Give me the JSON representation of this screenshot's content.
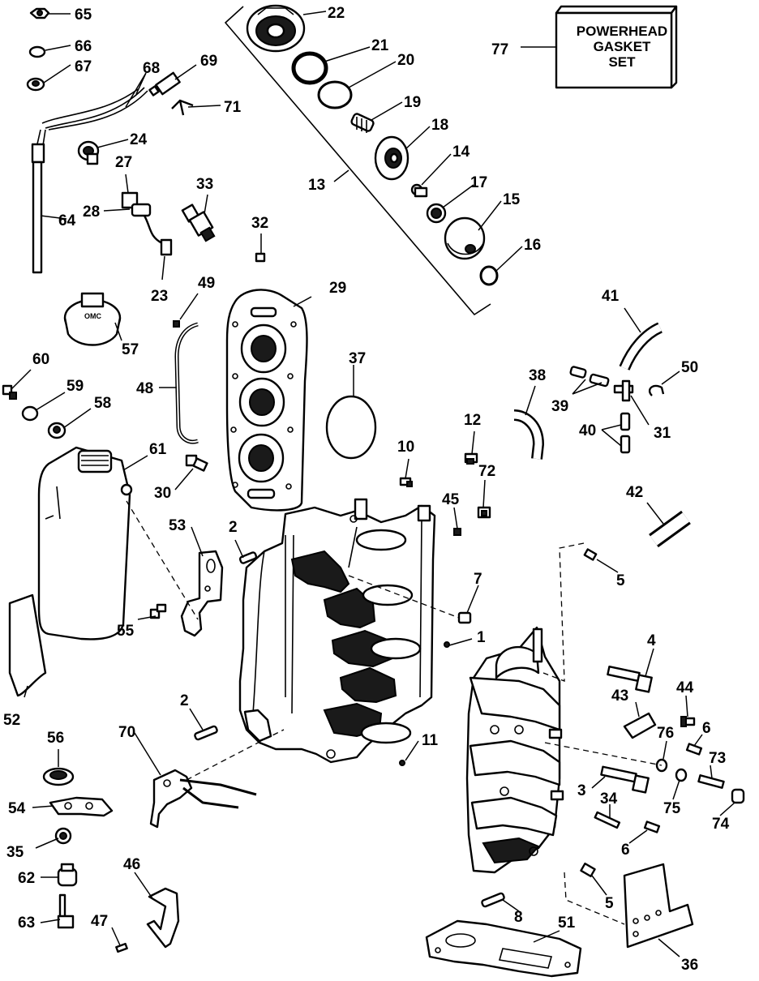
{
  "callouts": {
    "c1": "1",
    "c2a": "2",
    "c2b": "2",
    "c3": "3",
    "c4": "4",
    "c5a": "5",
    "c5b": "5",
    "c6a": "6",
    "c6b": "6",
    "c7": "7",
    "c8": "8",
    "c10": "10",
    "c11": "11",
    "c12": "12",
    "c13": "13",
    "c14": "14",
    "c15": "15",
    "c16": "16",
    "c17": "17",
    "c18": "18",
    "c19": "19",
    "c20": "20",
    "c21": "21",
    "c22": "22",
    "c23": "23",
    "c24": "24",
    "c27": "27",
    "c28": "28",
    "c29": "29",
    "c30": "30",
    "c31": "31",
    "c32": "32",
    "c33": "33",
    "c34": "34",
    "c35": "35",
    "c36": "36",
    "c37": "37",
    "c38": "38",
    "c39": "39",
    "c40": "40",
    "c41": "41",
    "c42": "42",
    "c43": "43",
    "c44": "44",
    "c45": "45",
    "c46": "46",
    "c47": "47",
    "c48": "48",
    "c49": "49",
    "c50": "50",
    "c51": "51",
    "c52": "52",
    "c53": "53",
    "c54": "54",
    "c55": "55",
    "c56": "56",
    "c57": "57",
    "c58": "58",
    "c59": "59",
    "c60": "60",
    "c61": "61",
    "c62": "62",
    "c63": "63",
    "c64": "64",
    "c65": "65",
    "c66": "66",
    "c67": "67",
    "c68": "68",
    "c69": "69",
    "c70": "70",
    "c71": "71",
    "c72": "72",
    "c73": "73",
    "c74": "74",
    "c75": "75",
    "c76": "76",
    "c77": "77"
  },
  "gasket_box": {
    "line1": "POWERHEAD",
    "line2": "GASKET",
    "line3": "SET"
  },
  "oil_cap_text": "OMC"
}
